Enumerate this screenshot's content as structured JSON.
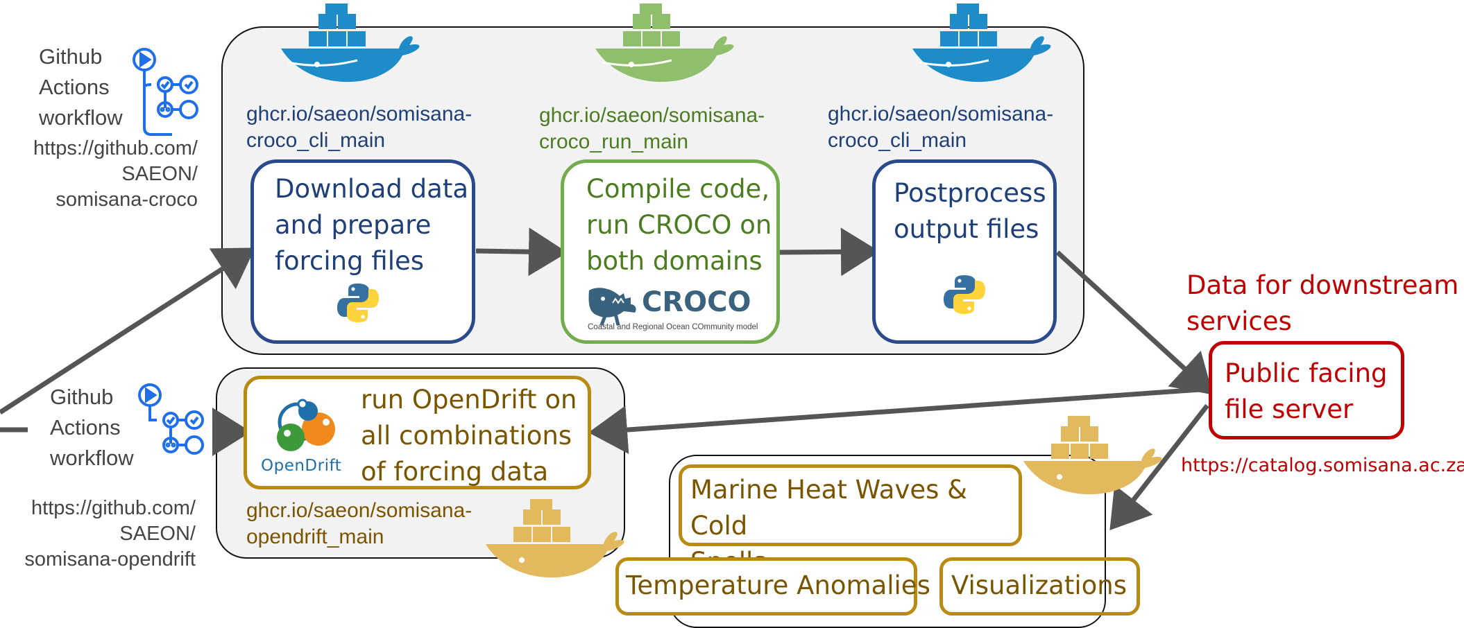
{
  "colors": {
    "blue": "#1f3f78",
    "green": "#4b7d20",
    "gold": "#7a5500",
    "red": "#c00000",
    "arrow": "#555555",
    "gh_icon": "#1f6feb",
    "docker_blue": "#1d8cc9",
    "docker_green": "#8fbf6c",
    "docker_gold": "#e3b95d"
  },
  "croco_workflow": {
    "github_label": [
      "Github",
      "Actions",
      "workflow"
    ],
    "repo_url": [
      "https://github.com/",
      "SAEON/",
      "somisana-croco"
    ],
    "steps": [
      {
        "image": [
          "ghcr.io/saeon/somisana-",
          "croco_cli_main"
        ],
        "label": [
          "Download data",
          "and prepare",
          "forcing files"
        ],
        "logo": "python-icon"
      },
      {
        "image": [
          "ghcr.io/saeon/somisana-",
          "croco_run_main"
        ],
        "label": [
          "Compile code,",
          "run CROCO on",
          "both domains"
        ],
        "logo": "croco-logo"
      },
      {
        "image": [
          "ghcr.io/saeon/somisana-",
          "croco_cli_main"
        ],
        "label": [
          "Postprocess",
          "output files"
        ],
        "logo": "python-icon"
      }
    ],
    "croco_logo": {
      "name": "CROCO",
      "tagline": "Coastal and Regional Ocean COmmunity model"
    }
  },
  "opendrift_workflow": {
    "github_label": [
      "Github",
      "Actions",
      "workflow"
    ],
    "repo_url": [
      "https://github.com/",
      "SAEON/",
      "somisana-opendrift"
    ],
    "step_label": [
      "run OpenDrift on",
      "all combinations",
      "of forcing data"
    ],
    "logo_text": "OpenDrift",
    "image": [
      "ghcr.io/saeon/somisana-",
      "opendrift_main"
    ]
  },
  "server": {
    "heading": [
      "Data for downstream",
      "services"
    ],
    "label": [
      "Public facing",
      "file server"
    ],
    "url": "https://catalog.somisana.ac.za/"
  },
  "products": [
    "Marine Heat Waves & Cold Spells",
    "Temperature Anomalies",
    "Visualizations"
  ],
  "products_lines": [
    "Marine Heat Waves & Cold",
    "Spells"
  ]
}
